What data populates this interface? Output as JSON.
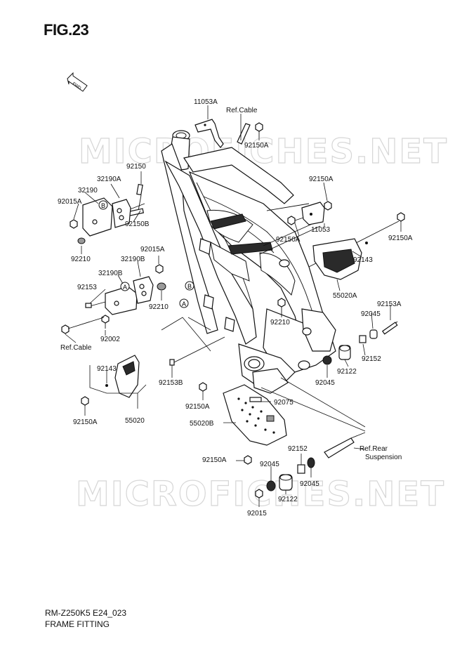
{
  "figure": {
    "title": "FIG.23"
  },
  "footer": {
    "model_code": "RM-Z250K5 E24_023",
    "section_name": "FRAME FITTING"
  },
  "watermark": {
    "text": "MICROFICHES.NET"
  },
  "fwd_indicator": {
    "text": "FWD"
  },
  "markers": {
    "a": "A",
    "b": "B"
  },
  "labels": {
    "p11053A": "11053A",
    "ref_cable_top": "Ref.Cable",
    "p92150A_top": "92150A",
    "p92150": "92150",
    "p32190A": "32190A",
    "p32190": "32190",
    "p92015A_left": "92015A",
    "p92150B": "92150B",
    "p92210_left": "92210",
    "p92015A_mid": "92015A",
    "p32190B": "32190B",
    "p32190B_ref": "32190B",
    "p92153": "92153",
    "p92210_mid": "92210",
    "p92002": "92002",
    "ref_cable_left": "Ref.Cable",
    "p92150A_right_top": "92150A",
    "p92150A_right_mid": "92150A",
    "p11053": "11053",
    "p92150A_far_right": "92150A",
    "p92143_right": "92143",
    "p55020A": "55020A",
    "p92153A": "92153A",
    "p92045_right": "92045",
    "p92152_right": "92152",
    "p92122_right": "92122",
    "p92045_right_low": "92045",
    "p92210_center": "92210",
    "p92143_left": "92143",
    "p92153B": "92153B",
    "p92150A_center": "92150A",
    "p92075": "92075",
    "p92150A_left_low": "92150A",
    "p55020": "55020",
    "p55020B": "55020B",
    "ref_rear_suspension_1": "Ref.Rear",
    "ref_rear_suspension_2": "Suspension",
    "p92152_low": "92152",
    "p92150A_bottom": "92150A",
    "p92045_low_left": "92045",
    "p92045_low_right": "92045",
    "p92122_low": "92122",
    "p92015": "92015"
  }
}
